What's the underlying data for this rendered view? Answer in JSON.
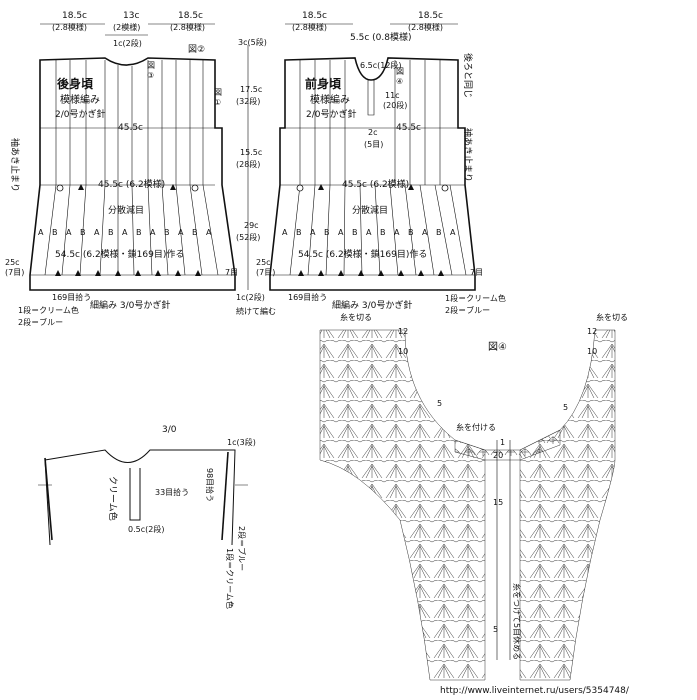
{
  "back": {
    "top_left_width": "18.5c",
    "top_left_sub": "(2.8模様)",
    "top_mid_width": "13c",
    "top_mid_sub": "(2模様)",
    "top_right_width": "18.5c",
    "top_right_sub": "(2.8模様)",
    "neck_rows": "1c(2段)",
    "title": "後身頃",
    "subtitle": "模様編み",
    "hook": "2/0号かぎ針",
    "bust_width": "45.5c",
    "waist_width": "45.5c (6.2模様)",
    "decrease_label": "分散減目",
    "hem_width": "54.5c (6.2模様・鎖169目)作る",
    "side_left": "25c",
    "side_left_sub": "(7目)",
    "side_right": "7目",
    "pick_up": "169目拾う",
    "edging_label": "細編み  3/0号かぎ針",
    "color1": "1段＝クリーム色",
    "color2": "2段＝ブルー",
    "sleeve_stop": "袖あき止まり",
    "fig_tag1": "図",
    "fig_tag1_num": "③",
    "fig_tag2": "図",
    "fig_tag2_num": "①",
    "fig_tag3": "図②"
  },
  "center": {
    "h1": "3c(5段)",
    "h2": "17.5c",
    "h2_sub": "(32段)",
    "h3": "15.5c",
    "h3_sub": "(28段)",
    "h4": "29c",
    "h4_sub": "(52段)",
    "h5": "1c(2段)",
    "cont": "続けて編む"
  },
  "front": {
    "top_left_width": "18.5c",
    "top_left_sub": "(2.8模様)",
    "top_mid_width": "5.5c (0.8模様)",
    "top_right_width": "18.5c",
    "top_right_sub": "(2.8模様)",
    "neck_drop": "6.5c(12段)",
    "slit": "11c",
    "slit_sub": "(20段)",
    "slit_w": "2c",
    "slit_w_sub": "(5目)",
    "title": "前身頃",
    "subtitle": "模様編み",
    "hook": "2/0号かぎ針",
    "bust_width": "45.5c",
    "waist_width": "45.5c (6.2模様)",
    "decrease_label": "分散減目",
    "hem_width": "54.5c (6.2模様・鎖169目)作る",
    "side_left": "25c",
    "side_left_sub": "(7目)",
    "side_right": "7目",
    "pick_up": "169目拾う",
    "edging_label": "細編み  3/0号かぎ針",
    "color1": "1段＝クリーム色",
    "color2": "2段＝ブルー",
    "same_as_back": "後ろと同じ",
    "sleeve_stop": "袖あき止まり",
    "fig_tag": "図",
    "fig_tag_num": "④"
  },
  "finishing": {
    "hook": "3/0",
    "neck_rows": "1c(3段)",
    "color_cream": "クリーム色",
    "pick_33": "33目拾う",
    "slit_rows": "0.5c(2段)",
    "pick_98": "98目拾う",
    "row2_blue": "2段＝ブルー",
    "row1_cream": "1段＝クリーム色"
  },
  "chart": {
    "fig": "図④",
    "cut_left": "糸を切る",
    "cut_right": "糸を切る",
    "join": "糸を付ける",
    "join_right": "糸をつけて5目休める",
    "row12": "12",
    "row10": "10",
    "row5": "5",
    "row1": "1",
    "row20": "20",
    "row15": "15"
  },
  "footer": {
    "watermark": "http://www.liveinternet.ru/users/5354748/"
  }
}
